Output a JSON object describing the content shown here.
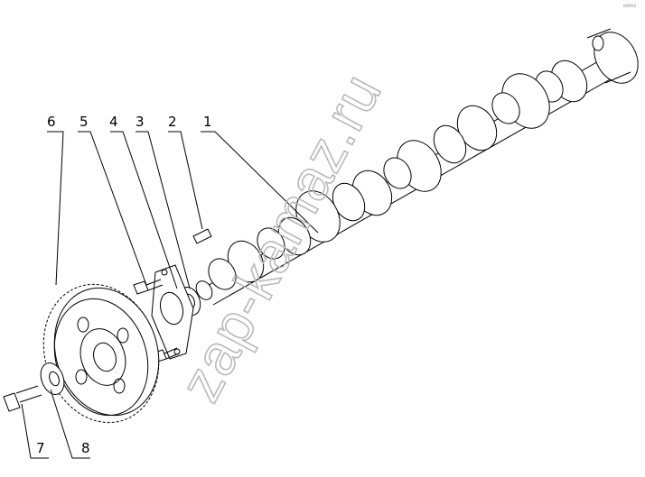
{
  "diagram": {
    "callouts": [
      {
        "id": "1",
        "label": "1"
      },
      {
        "id": "2",
        "label": "2"
      },
      {
        "id": "3",
        "label": "3"
      },
      {
        "id": "4",
        "label": "4"
      },
      {
        "id": "5",
        "label": "5"
      },
      {
        "id": "6",
        "label": "6"
      },
      {
        "id": "7",
        "label": "7"
      },
      {
        "id": "8",
        "label": "8"
      }
    ],
    "watermark": "zap-kamaz.ru",
    "corner_mark": "KAMAZ"
  }
}
